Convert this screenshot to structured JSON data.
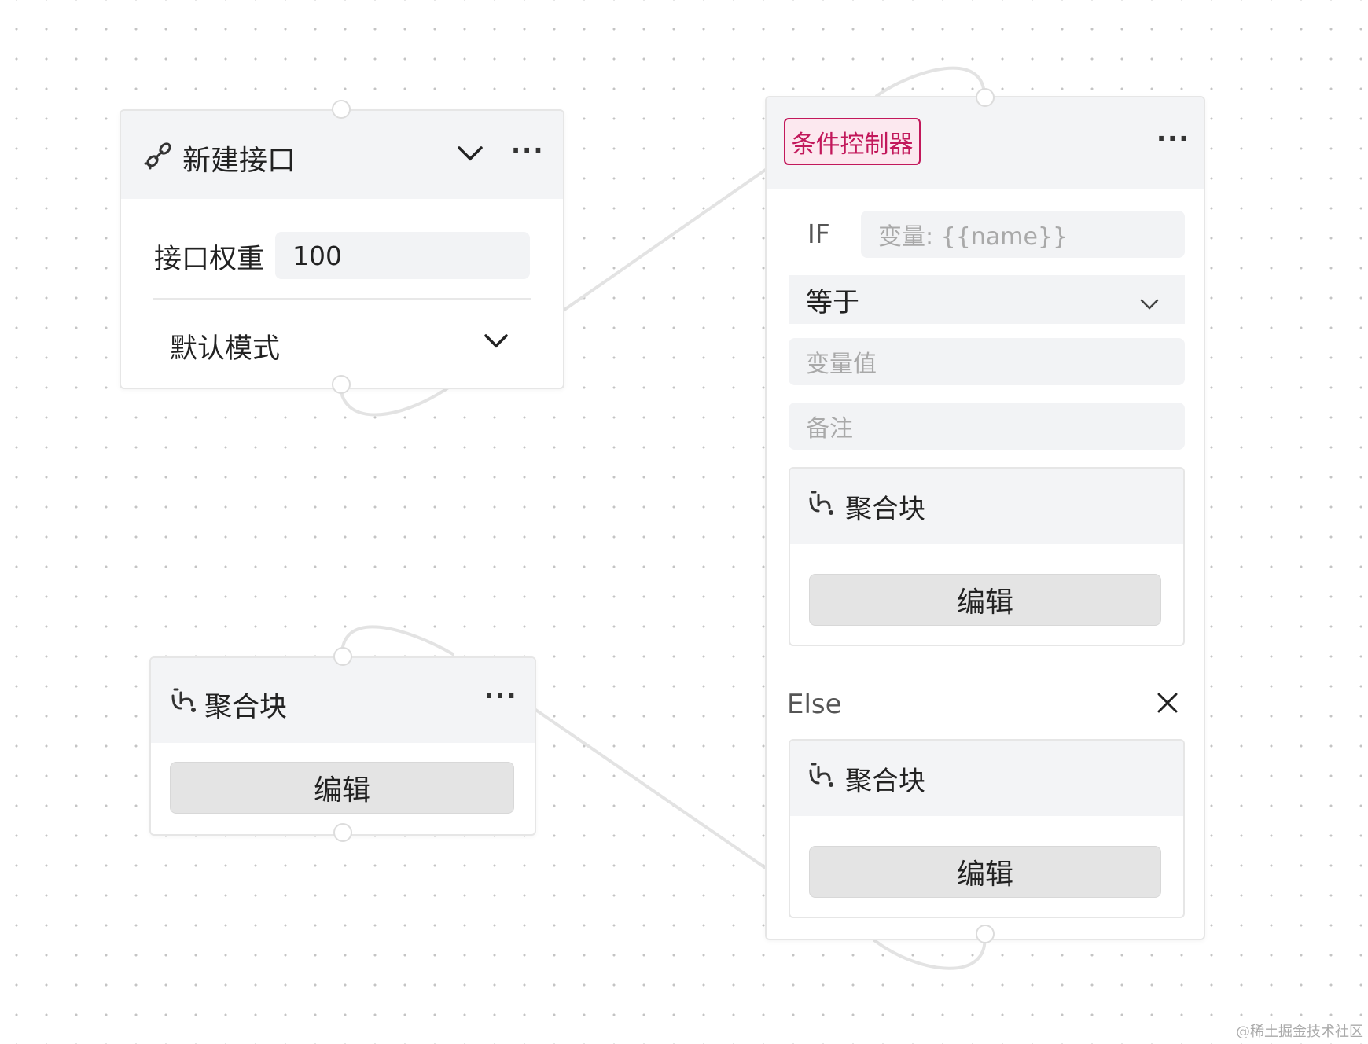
{
  "api_node": {
    "title": "新建接口",
    "icon": "link-icon",
    "weight_label": "接口权重",
    "weight_value": "100",
    "mode_value": "默认模式",
    "more": "···"
  },
  "aggregate_node": {
    "title": "聚合块",
    "icon": "aggregate-icon",
    "edit_label": "编辑",
    "more": "···"
  },
  "condition_node": {
    "tag": "条件控制器",
    "tag_color": "#c2185b",
    "more": "···",
    "if_label": "IF",
    "variable_placeholder": "变量: {{name}}",
    "operator_value": "等于",
    "value_placeholder": "变量值",
    "note_placeholder": "备注",
    "if_block": {
      "title": "聚合块",
      "edit_label": "编辑"
    },
    "else_label": "Else",
    "else_block": {
      "title": "聚合块",
      "edit_label": "编辑"
    }
  },
  "watermark": "@稀土掘金技术社区"
}
